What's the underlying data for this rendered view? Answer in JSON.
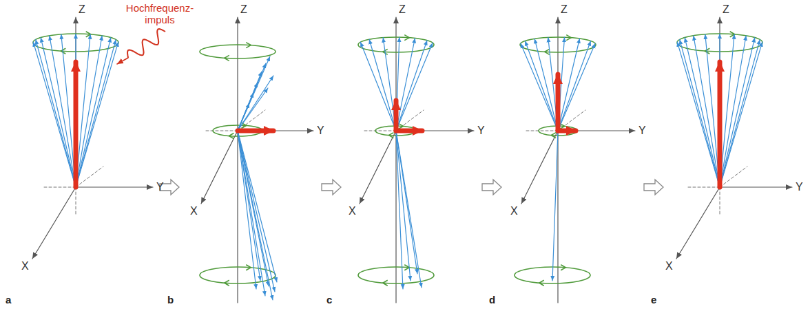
{
  "diagram": {
    "labels": [
      "Hochfrequenz- impuls",
      "Z",
      "Y",
      "X",
      "a",
      "Z",
      "Y",
      "X",
      "b",
      "Z",
      "Y",
      "X",
      "c",
      "Z",
      "Y",
      "X",
      "d",
      "Z",
      "Y",
      "X",
      "e"
    ]
  }
}
